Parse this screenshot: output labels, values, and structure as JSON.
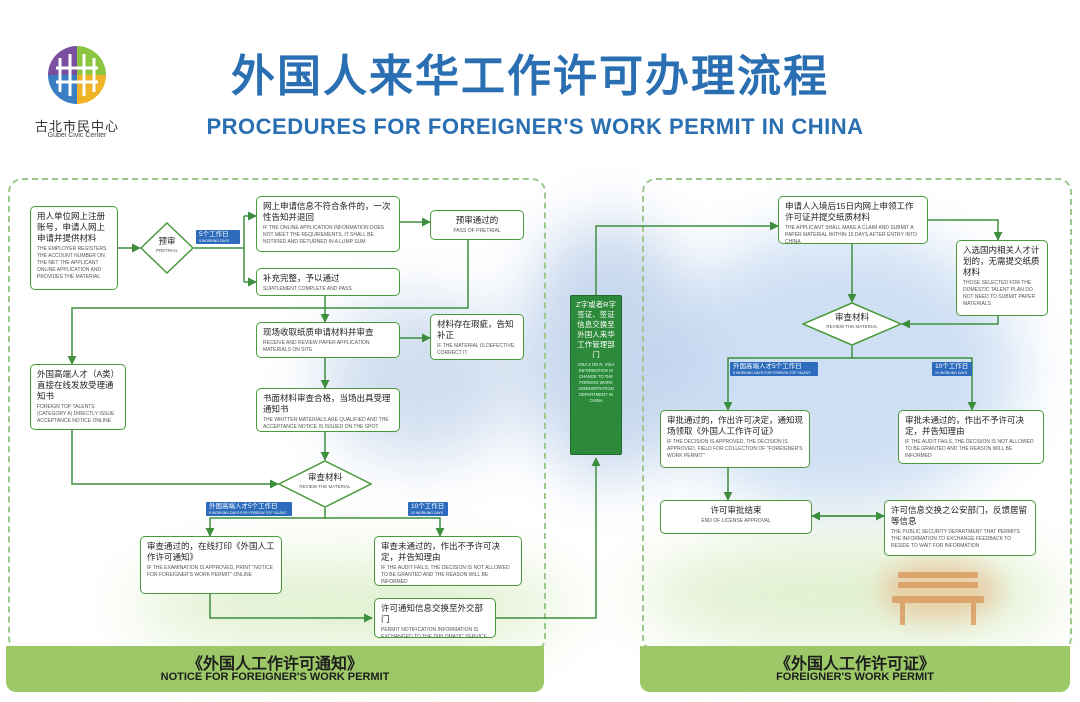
{
  "header": {
    "logo_cn": "古北市民中心",
    "logo_en": "Gubei Civic Center",
    "title_cn": "外国人来华工作许可办理流程",
    "title_en": "PROCEDURES FOR FOREIGNER'S WORK PERMIT IN CHINA"
  },
  "left": {
    "register": {
      "cn": "用人单位网上注册账号，申请人网上申请并提供材料",
      "en": "THE EMPLOYER REGISTERS THE ACCOUNT NUMBER ON THE NET THE APPLICANT ONLINE APPLICATION AND PROVIDES THE MATERIAL"
    },
    "pretrial": {
      "cn": "预审",
      "en": "PRETRIAL"
    },
    "tag_5days": {
      "cn": "5个工作日",
      "en": "5 WORKING DAYS"
    },
    "notify": {
      "cn": "网上申请信息不符合条件的，一次性告知并退回",
      "en": "IF THE ONLINE APPLICATION INFORMATION DOES NOT MEET THE REQUIREMENTS, IT SHALL BE NOTIFIED AND RETURNED IN A LUMP SUM"
    },
    "passed": {
      "cn": "预审通过的",
      "en": "PASS OF PRETRIAL"
    },
    "supplement": {
      "cn": "补充完整，予以通过",
      "en": "SUPPLEMENT COMPLETE AND PASS"
    },
    "receive": {
      "cn": "现场收取纸质申请材料并审查",
      "en": "RECEIVE AND REVIEW PAPER APPLICATION MATERIALS ON SITE"
    },
    "defective": {
      "cn": "材料存在瑕疵，告知补正",
      "en": "IF THE MATERIAL IS DEFECTIVE, CORRECT IT"
    },
    "topTalent": {
      "cn": "外国高端人才（A类）直接在线发放受理通知书",
      "en": "FOREIGN TOP TALENTS (CATEGORY A) DIRECTLY ISSUE ACCEPTANCE NOTICE ONLINE"
    },
    "qualified": {
      "cn": "书面材料审查合格，当场出具受理通知书",
      "en": "THE WRITTEN MATERIALS ARE QUALIFIED AND THE ACCEPTANCE NOTICE IS ISSUED ON THE SPOT"
    },
    "review": {
      "cn": "审查材料",
      "en": "REVIEW THE MATERIAL"
    },
    "tag_a": {
      "cn": "外国高端人才5个工作日",
      "en": "5 WORKING DAYS FOR FOREIGN TOP TALENT"
    },
    "tag_10": {
      "cn": "10个工作日",
      "en": "10 WORKING DAYS"
    },
    "approved": {
      "cn": "审查通过的，在线打印《外国人工作许可通知》",
      "en": "IF THE EXAMINATION IS APPROVED, PRINT \"NOTICE FOR FOREIGNER'S WORK PERMIT\" ONLINE"
    },
    "failed": {
      "cn": "审查未通过的，作出不予许可决定，并告知理由",
      "en": "IF THE AUDIT FAILS, THE DECISION IS NOT ALLOWED TO BE GRANTED AND THE REASON WILL BE INFORMED"
    },
    "exchange": {
      "cn": "许可通知信息交换至外交部门",
      "en": "PERMIT NOTIFICATION INFORMATION IS EXCHANGED TO THE DIPLOMATIC SERVICE"
    },
    "bar_cn": "《外国人工作许可通知》",
    "bar_en": "NOTICE FOR FOREIGNER'S WORK PERMIT"
  },
  "middle": {
    "visa": {
      "cn": "Z字或者R字签证、签证信息交换至外国人来华工作管理部门",
      "en": "VISA Z OR R, VISA INFORMATION IS CHANGE TO THE FOREIGN WORK ADMINISTRATION DEPARTMENT IN CHINA"
    }
  },
  "right": {
    "apply": {
      "cn": "申请人入境后15日内网上申领工作许可证并提交纸质材料",
      "en": "THE APPLICANT SHALL MAKE A CLAIM AND SUBMIT A PAPER MATERIAL WITHIN 15 DAYS AFTER ENTRY INTO CHINA"
    },
    "talentPlan": {
      "cn": "入选国内相关人才计划的，无需提交纸质材料",
      "en": "THOSE SELECTED FOR THE DOMESTIC TALENT PLAN DO NOT NEED TO SUBMIT PAPER MATERIALS"
    },
    "review": {
      "cn": "审查材料",
      "en": "REVIEW THE MATERIAL"
    },
    "tag_a": {
      "cn": "外国高端人才5个工作日",
      "en": "5 WORKING DAYS FOR FOREIGN TOP TALENT"
    },
    "tag_10": {
      "cn": "10个工作日",
      "en": "10 WORKING DAYS"
    },
    "approved": {
      "cn": "审批通过的，作出许可决定，通知现场领取《外国人工作许可证》",
      "en": "IF THE DECISION IS APPROVED, THE DECISION IS APPROVED, FIELD FOR COLLECTION OF \"FOREIGNER'S WORK PERMIT\""
    },
    "failed": {
      "cn": "审批未通过的，作出不予许可决定，并告知理由",
      "en": "IF THE AUDIT FAILS, THE DECISION IS NOT ALLOWED TO BE GRANTED AND THE REASON WILL BE INFORMED"
    },
    "end": {
      "cn": "许可审批结束",
      "en": "END OF LICENSE APPROVAL"
    },
    "police": {
      "cn": "许可信息交换之公安部门，反馈居留等信息",
      "en": "THE PUBLIC SECURITY DEPARTMENT THAT PERMITS THE INFORMATION TO EXCHANGE FEEDBACK TO RESIDE TO WAIT FOR INFORMATION"
    },
    "bar_cn": "《外国人工作许可证》",
    "bar_en": "FOREIGNER'S WORK PERMIT"
  },
  "colors": {
    "title": "#2a6fb2",
    "box_border": "#4a9a3c",
    "tag": "#2d6bbd",
    "bar": "#9cc867",
    "arrow": "#3d8f3d"
  }
}
